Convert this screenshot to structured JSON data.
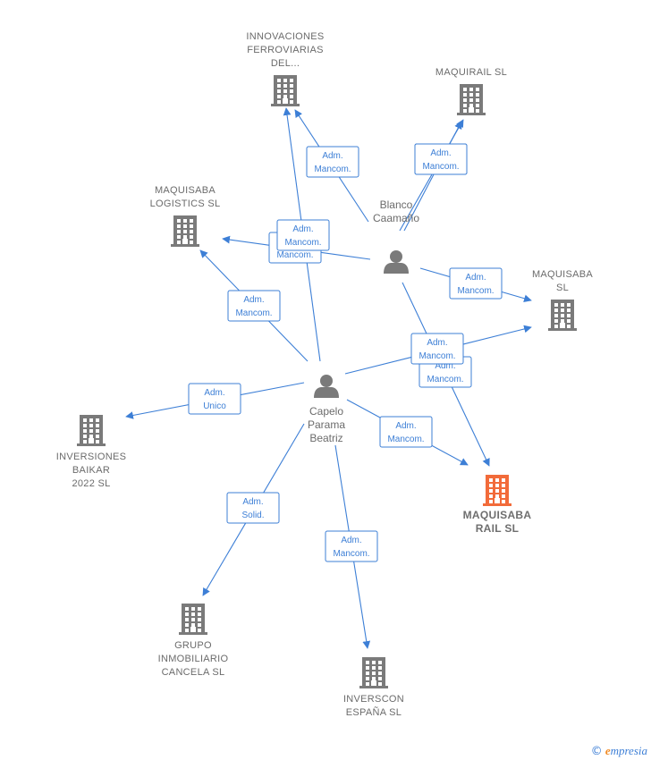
{
  "colors": {
    "edge": "#3d7fd6",
    "company": "#7a7a7a",
    "target_company": "#f26b3a",
    "person": "#7a7a7a",
    "text": "#6b6b6b"
  },
  "companies": [
    {
      "id": "innovaciones",
      "lines": [
        "INNOVACIONES",
        "FERROVIARIAS",
        "DEL..."
      ],
      "icon": "building-icon",
      "target": false
    },
    {
      "id": "maquirail",
      "lines": [
        "MAQUIRAIL  SL"
      ],
      "icon": "building-icon",
      "target": false
    },
    {
      "id": "maquisaba-logistics",
      "lines": [
        "MAQUISABA",
        "LOGISTICS  SL"
      ],
      "icon": "building-icon",
      "target": false
    },
    {
      "id": "maquisaba-sl",
      "lines": [
        "MAQUISABA",
        "SL"
      ],
      "icon": "building-icon",
      "target": false
    },
    {
      "id": "inversiones-baikar",
      "lines": [
        "INVERSIONES",
        "BAIKAR",
        "2022  SL"
      ],
      "icon": "building-icon",
      "target": false
    },
    {
      "id": "maquisaba-rail",
      "lines": [
        "MAQUISABA",
        "RAIL  SL"
      ],
      "icon": "building-icon",
      "target": true
    },
    {
      "id": "grupo-inmobiliario",
      "lines": [
        "GRUPO",
        "INMOBILIARIO",
        "CANCELA  SL"
      ],
      "icon": "building-icon",
      "target": false
    },
    {
      "id": "inverscon",
      "lines": [
        "INVERSCON",
        "ESPAÑA  SL"
      ],
      "icon": "building-icon",
      "target": false
    }
  ],
  "persons": [
    {
      "id": "blanco",
      "lines": [
        "Blanco",
        "Caamaño"
      ],
      "icon": "person-icon"
    },
    {
      "id": "capelo",
      "lines": [
        "Capelo",
        "Parama",
        "Beatriz"
      ],
      "icon": "person-icon"
    }
  ],
  "edges": [
    {
      "from": "blanco",
      "to": "innovaciones",
      "label": [
        "Adm.",
        "Mancom."
      ]
    },
    {
      "from": "blanco",
      "to": "maquirail",
      "label": [
        "Adm.",
        "Mancom."
      ]
    },
    {
      "from": "blanco",
      "to": "maquirail",
      "label": [
        "Adm.",
        "Mancom."
      ]
    },
    {
      "from": "blanco",
      "to": "maquisaba-logistics",
      "label": [
        "Adm.",
        "Mancom."
      ]
    },
    {
      "from": "blanco",
      "to": "maquisaba-sl",
      "label": [
        "Adm.",
        "Mancom."
      ]
    },
    {
      "from": "blanco",
      "to": "maquisaba-rail",
      "label": [
        "Adm.",
        "Mancom."
      ]
    },
    {
      "from": "capelo",
      "to": "innovaciones",
      "label": [
        "Adm.",
        "Mancom."
      ]
    },
    {
      "from": "capelo",
      "to": "maquisaba-logistics",
      "label": [
        "Adm.",
        "Mancom."
      ]
    },
    {
      "from": "capelo",
      "to": "maquisaba-sl",
      "label": [
        "Adm.",
        "Mancom."
      ]
    },
    {
      "from": "capelo",
      "to": "inversiones-baikar",
      "label": [
        "Adm.",
        "Unico"
      ]
    },
    {
      "from": "capelo",
      "to": "maquisaba-rail",
      "label": [
        "Adm.",
        "Mancom."
      ]
    },
    {
      "from": "capelo",
      "to": "grupo-inmobiliario",
      "label": [
        "Adm.",
        "Solid."
      ]
    },
    {
      "from": "capelo",
      "to": "inverscon",
      "label": [
        "Adm.",
        "Mancom."
      ]
    }
  ],
  "footer": {
    "copyright": "©",
    "brand_initial": "e",
    "brand_rest": "mpresia"
  }
}
